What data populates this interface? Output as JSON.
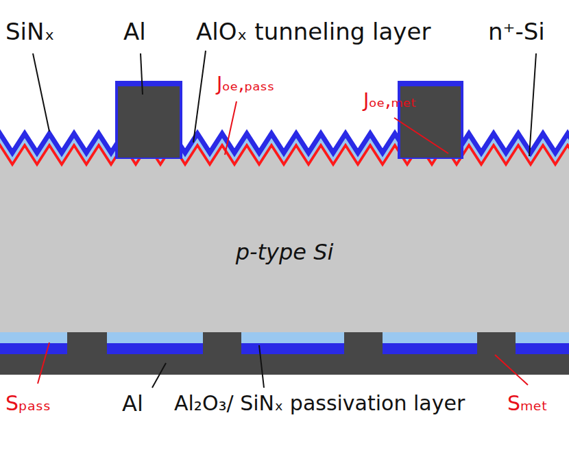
{
  "diagram": {
    "nodes": [
      {
        "text": [
          "p-type Si"
        ]
      }
    ],
    "labels": [
      "SiNₓ",
      "Al",
      "AlOₓ tunneling layer",
      "n⁺-Si",
      "Jₒₑ,ₚₐₛₛ",
      "Jₒₑ,ₘₑₜ",
      "Sₚₐₛₛ",
      "Al",
      "Al₂O₃/ SiNₓ passivation layer",
      "Sₘₑₜ"
    ]
  }
}
